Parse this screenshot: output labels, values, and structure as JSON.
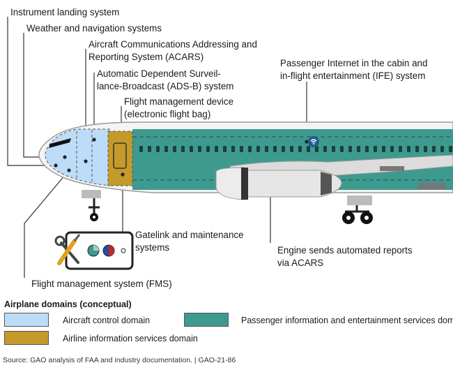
{
  "colors": {
    "aircraft_control": "#bcdcf8",
    "passenger_info": "#3e9a8e",
    "airline_info": "#c49a2a",
    "fuselage_outline": "#9a9a9a",
    "engine": "#e6e6e6",
    "leader_line": "#333333"
  },
  "labels": {
    "ils": "Instrument landing system",
    "weather": "Weather and navigation systems",
    "acars_1": "Aircraft Communications Addressing and",
    "acars_2": "Reporting System (ACARS)",
    "adsb_1": "Automatic Dependent Surveil-",
    "adsb_2": "lance-Broadcast (ADS-B) system",
    "efb_1": "Flight management device",
    "efb_2": "(electronic flight bag)",
    "ife_1": "Passenger Internet in the cabin and",
    "ife_2": "in-flight entertainment (IFE) system",
    "gatelink_1": "Gatelink and maintenance",
    "gatelink_2": "systems",
    "engine_1": "Engine sends automated reports",
    "engine_2": "via ACARS",
    "fms": "Flight management system (FMS)"
  },
  "icons": {
    "wifi": "wifi-icon",
    "tools": "wrench-screwdriver-icon",
    "tablet": "maintenance-tablet"
  },
  "legend": {
    "title": "Airplane domains (conceptual)",
    "aircraft_control": "Aircraft control domain",
    "airline_info": "Airline information services domain",
    "passenger_info": "Passenger information and entertainment services domain"
  },
  "source": "Source: GAO analysis of FAA and industry documentation.  |  GAO-21-86"
}
